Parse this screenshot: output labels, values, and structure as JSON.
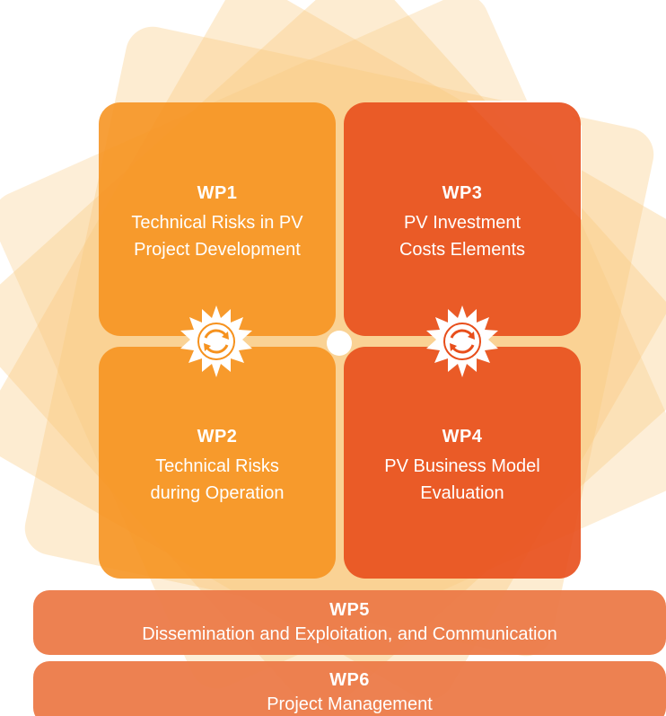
{
  "colors": {
    "orange": "#F6921E",
    "red_orange": "#E84E1B",
    "bar": "#EC7A48",
    "background_petals": "#F9C87A"
  },
  "work_packages": {
    "wp1": {
      "code": "WP1",
      "title": "Technical Risks in PV\nProject Development"
    },
    "wp2": {
      "code": "WP2",
      "title": "Technical Risks\nduring Operation"
    },
    "wp3": {
      "code": "WP3",
      "title": "PV Investment\nCosts Elements"
    },
    "wp4": {
      "code": "WP4",
      "title": "PV Business Model\nEvaluation"
    },
    "wp5": {
      "code": "WP5",
      "title": "Dissemination and Exploitation, and Communication"
    },
    "wp6": {
      "code": "WP6",
      "title": "Project Management"
    }
  },
  "icons": [
    "sun-cycle-icon",
    "sun-cycle-icon"
  ]
}
